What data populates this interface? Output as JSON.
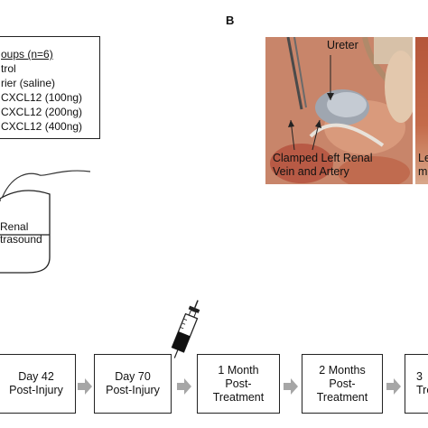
{
  "groups": {
    "title": "oups (n=6)",
    "items": [
      "trol",
      "rier (saline)",
      "CXCL12 (100ng)",
      "CXCL12 (200ng)",
      " CXCL12 (400ng)"
    ]
  },
  "panel_label": "B",
  "photo": {
    "ureter_label": "Ureter",
    "clamp_label_line1": "Clamped Left Renal",
    "clamp_label_line2": "Vein and Artery",
    "second_label_line1": "Le",
    "second_label_line2": "m"
  },
  "device": {
    "label_line1": "Renal",
    "label_line2": "trasound"
  },
  "timeline": [
    {
      "line1": "Day 42",
      "line2": "Post-Injury",
      "line3": ""
    },
    {
      "line1": "Day 70",
      "line2": "Post-Injury",
      "line3": ""
    },
    {
      "line1": "1 Month",
      "line2": "Post-",
      "line3": "Treatment"
    },
    {
      "line1": "2 Months",
      "line2": "Post-",
      "line3": "Treatment"
    },
    {
      "line1": "3",
      "line2": "",
      "line3": "Tre"
    }
  ],
  "colors": {
    "arrow": "#a6a6a6",
    "syringe_fill": "#111111"
  }
}
